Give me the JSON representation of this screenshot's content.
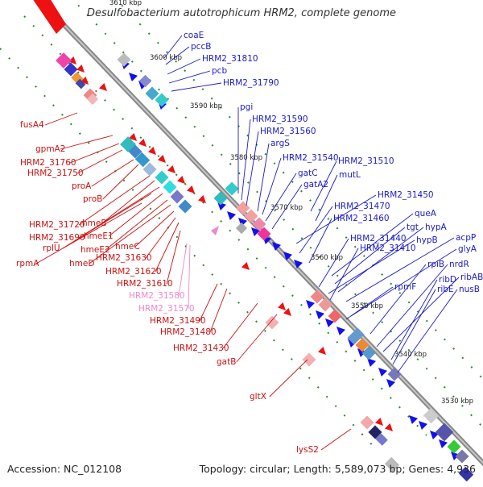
{
  "title": "Desulfobacterium autotrophicum HRM2, complete genome",
  "footer": {
    "accession": "Accession: NC_012108",
    "topology": "Topology: circular; Length: 5,589,073 bp; Genes: 4,936"
  },
  "ticks": [
    "3610 kbp",
    "3600 kbp",
    "3590 kbp",
    "3580 kbp",
    "3570 kbp",
    "3560 kbp",
    "3550 kbp",
    "3540 kbp",
    "3530 kbp"
  ],
  "labels_blue": [
    "coaE",
    "pccB",
    "HRM2_31810",
    "pcb",
    "HRM2_31790",
    "pgi",
    "HRM2_31590",
    "HRM2_31560",
    "argS",
    "HRM2_31540",
    "HRM2_31510",
    "gatC",
    "mutL",
    "gatA2",
    "HRM2_31450",
    "HRM2_31470",
    "HRM2_31460",
    "queA",
    "tgt",
    "hypA",
    "acpP",
    "HRM2_31440",
    "hypB",
    "glyA",
    "HRM2_31410",
    "rpiB",
    "nrdR",
    "rpmF",
    "ribAB",
    "ribD",
    "ribE",
    "nusB"
  ],
  "labels_red": [
    "fusA4",
    "gpmA2",
    "HRM2_31760",
    "HRM2_31750",
    "proA",
    "proB",
    "HRM2_31720",
    "hmeB",
    "HRM2_31690",
    "hmeE1",
    "rplU",
    "hmeE2",
    "rpmA",
    "hmeD",
    "hmeC",
    "HRM2_31630",
    "HRM2_31620",
    "HRM2_31610",
    "HRM2_31490",
    "HRM2_31480",
    "HRM2_31430",
    "gatB",
    "gltX",
    "lysS2"
  ],
  "labels_pink": [
    "HRM2_31580",
    "HRM2_31570"
  ]
}
